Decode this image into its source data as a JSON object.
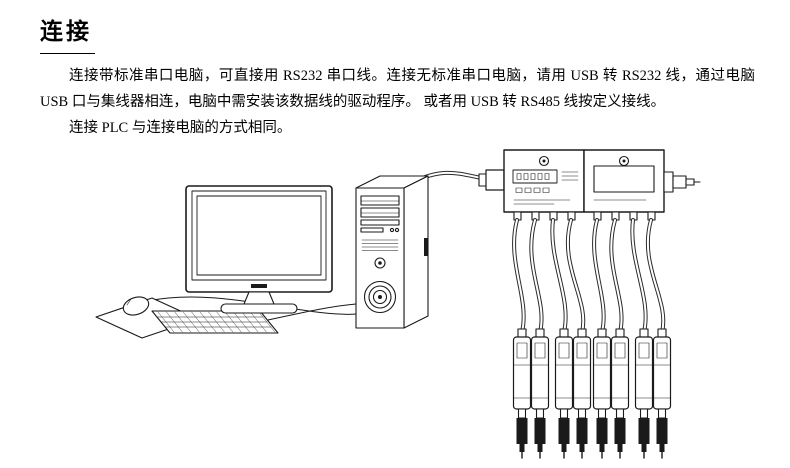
{
  "document": {
    "heading": "连接",
    "paragraphs": {
      "p1": "连接带标准串口电脑，可直接用 RS232 串口线。连接无标准串口电脑，请用 USB  转 RS232 线，通过电脑 USB  口与集线器相连，电脑中需安装该数据线的驱动程序。 或者用 USB 转 RS485 线按定义接线。",
      "p2": "连接 PLC 与连接电脑的方式相同。"
    }
  },
  "figure": {
    "components": [
      "monitor",
      "keyboard",
      "mouse",
      "mousepad",
      "pc-tower",
      "usb-cable",
      "serial-hub-left",
      "serial-hub-right",
      "rs485-connector",
      "hub-cables",
      "sensor-modules"
    ]
  }
}
